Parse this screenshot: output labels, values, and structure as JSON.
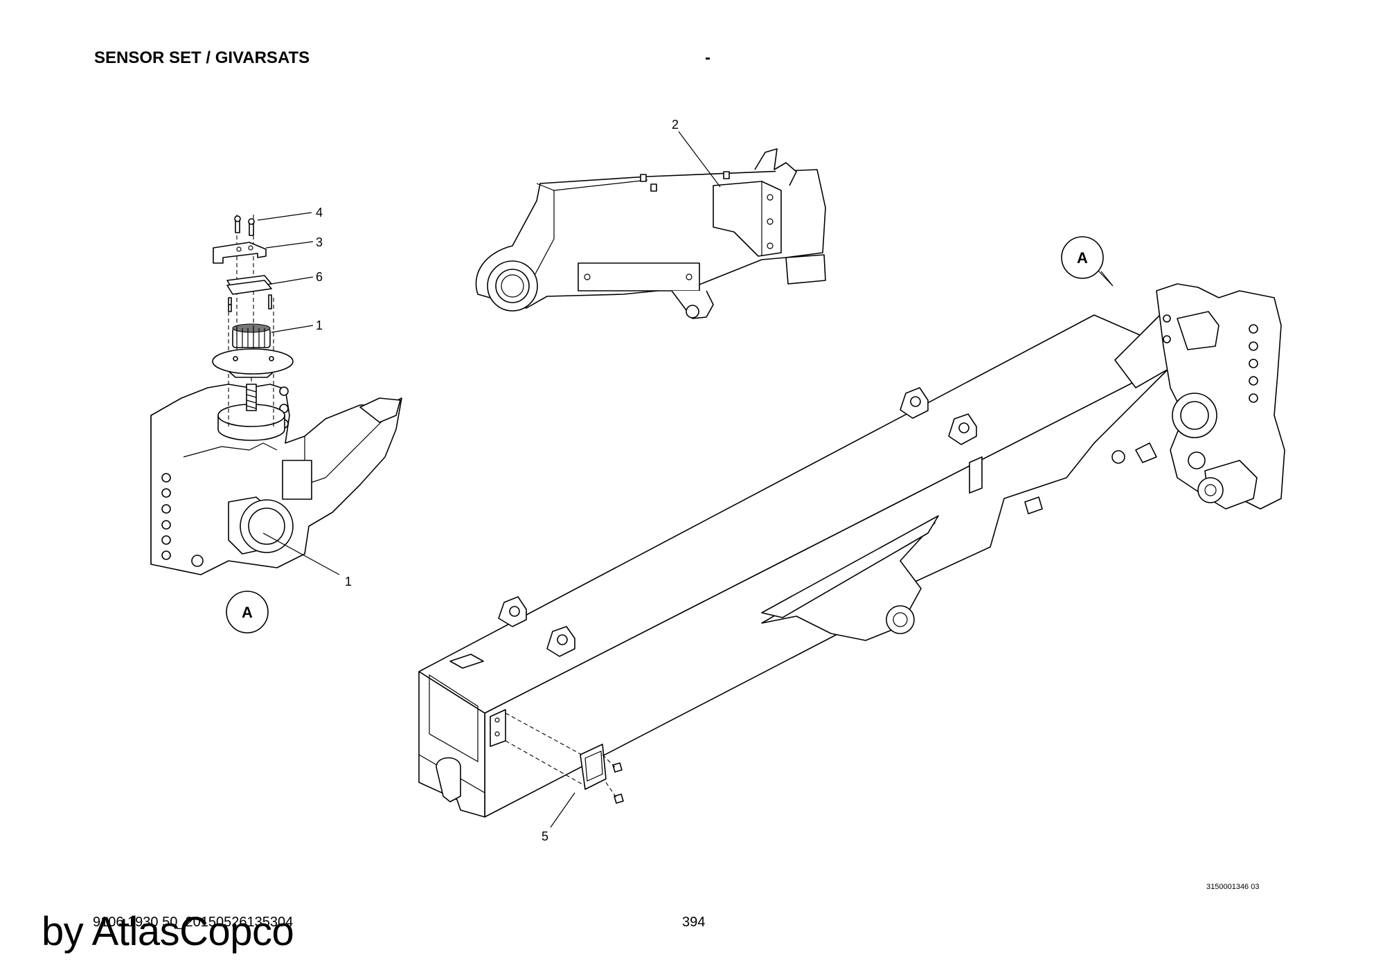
{
  "header": {
    "title": "SENSOR SET / GIVARSATS",
    "dash": "-"
  },
  "callouts": {
    "item_1_upper": "1",
    "item_1_lower": "1",
    "item_2": "2",
    "item_3": "3",
    "item_4": "4",
    "item_5": "5",
    "item_6": "6",
    "view_a_detail": "A",
    "view_a_main": "A"
  },
  "drawing_number": "3150001346 03",
  "footer": {
    "document_code": "9106 1930 50_20150526135304",
    "page_number": "394",
    "watermark": "by AtlasCopco"
  }
}
